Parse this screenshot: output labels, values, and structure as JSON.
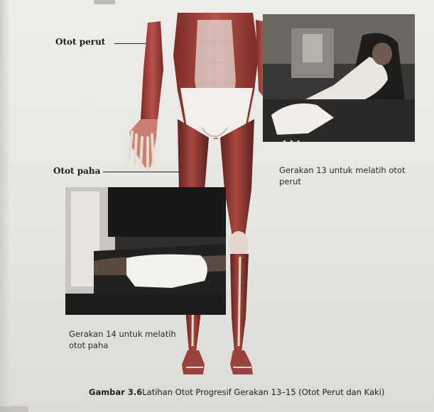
{
  "labels": {
    "perut": "Otot perut",
    "paha": "Otot paha"
  },
  "captions": {
    "gerakan_13": "Gerakan 13 untuk melatih otot perut",
    "gerakan_14": "Gerakan 14 untuk melatih otot paha"
  },
  "figure": {
    "number": "Gambar 3.6",
    "title": "Latihan Otot Progresif Gerakan 13–15 (Otot Perut dan Kaki)"
  },
  "colors": {
    "page_background": "#e9e7e3",
    "text": "#1a1a1a",
    "muscle": "#b34a3f",
    "bone": "#efe9e0"
  }
}
